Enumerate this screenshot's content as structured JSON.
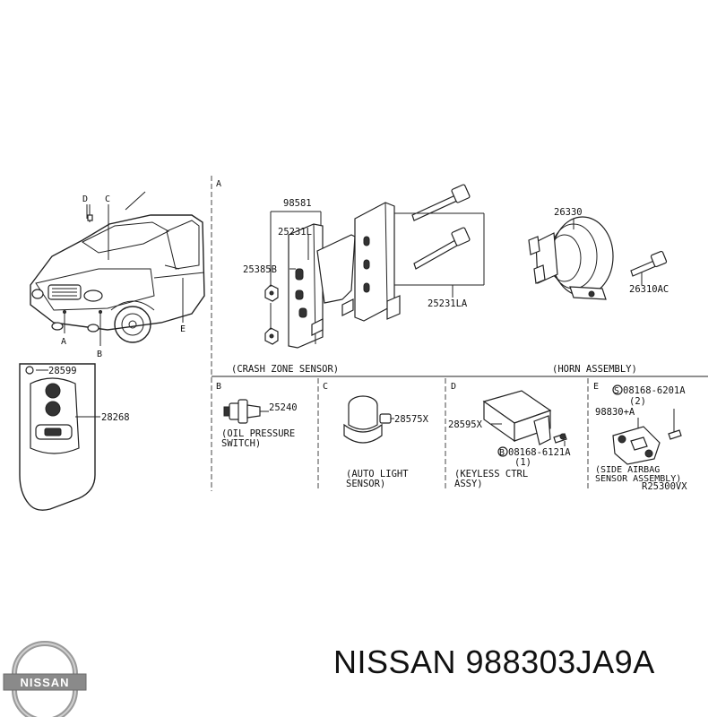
{
  "sections": {
    "a": {
      "letter": "A",
      "caption": "(CRASH ZONE SENSOR)",
      "caption2": "(HORN ASSEMBLY)"
    },
    "b": {
      "letter": "B",
      "caption1": "(OIL PRESSURE",
      "caption2": "SWITCH)"
    },
    "c": {
      "letter": "C",
      "caption1": "(AUTO LIGHT",
      "caption2": "SENSOR)"
    },
    "d": {
      "letter": "D",
      "caption1": "(KEYLESS CTRL",
      "caption2": "ASSY)"
    },
    "e": {
      "letter": "E",
      "caption1": "(SIDE AIRBAG",
      "caption2": "SENSOR ASSEMBLY)"
    }
  },
  "vehicle_callouts": {
    "a": "A",
    "b": "B",
    "c": "C",
    "d": "D",
    "e": "E"
  },
  "parts": {
    "p98581": "98581",
    "p25231L": "25231L",
    "p25385B": "25385B",
    "p25231LA": "25231LA",
    "p26330": "26330",
    "p26310AC": "26310AC",
    "p28599": "28599",
    "p28268": "28268",
    "p25240": "25240",
    "p28575X": "28575X",
    "p28595X": "28595X",
    "p08168_6121A": "08168-6121A",
    "p08168_6121A_prefix": "B",
    "p08168_6121A_qty": "(1)",
    "p08168_6201A": "08168-6201A",
    "p08168_6201A_prefix": "S",
    "p08168_6201A_qty": "(2)",
    "p98830A": "98830+A"
  },
  "diagram_ref": "R25300VX",
  "brand": {
    "logo_text": "NISSAN",
    "part_number": "NISSAN 988303JA9A"
  }
}
